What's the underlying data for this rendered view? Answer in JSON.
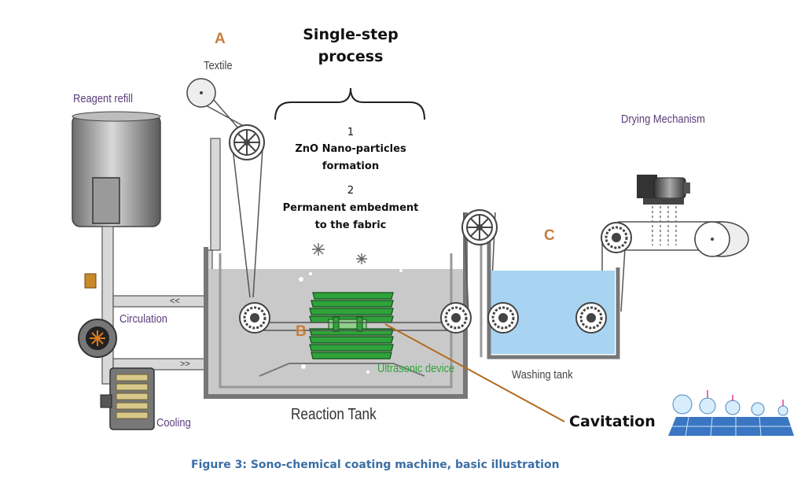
{
  "labels": {
    "letter_a": "A",
    "letter_b": "B",
    "letter_c": "C",
    "textile": "Textile",
    "reagent_refill": "Reagent refill",
    "circulation": "Circulation",
    "cooling": "Cooling",
    "reaction_tank": "Reaction Tank",
    "ultrasonic_device": "Ultrasonic device",
    "washing_tank": "Washing tank",
    "drying_mechanism": "Drying Mechanism",
    "cavitation": "Cavitation",
    "flow_in": "<<",
    "flow_out": ">>"
  },
  "process": {
    "title_line1": "Single-step",
    "title_line2": "process",
    "step1_number": "1",
    "step1_line1": "ZnO Nano-particles",
    "step1_line2": "formation",
    "step2_number": "2",
    "step2_line1": "Permanent embedment",
    "step2_line2": "to the fabric"
  },
  "caption": "Figure 3: Sono-chemical coating machine, basic illustration",
  "colors": {
    "tank_liquid": "#c9c9c9",
    "wash_water": "#a8d4f2",
    "ultrasonic_green": "#2fa33a",
    "letter_orange": "#c87d3c",
    "caption_blue": "#3b6ea5",
    "label_purple": "#5a3d7a"
  },
  "icons": [
    "roller-icon",
    "motor-icon",
    "pump-icon",
    "cooler-icon",
    "ultrasonic-transducer-icon",
    "cavitation-bubbles-icon"
  ]
}
